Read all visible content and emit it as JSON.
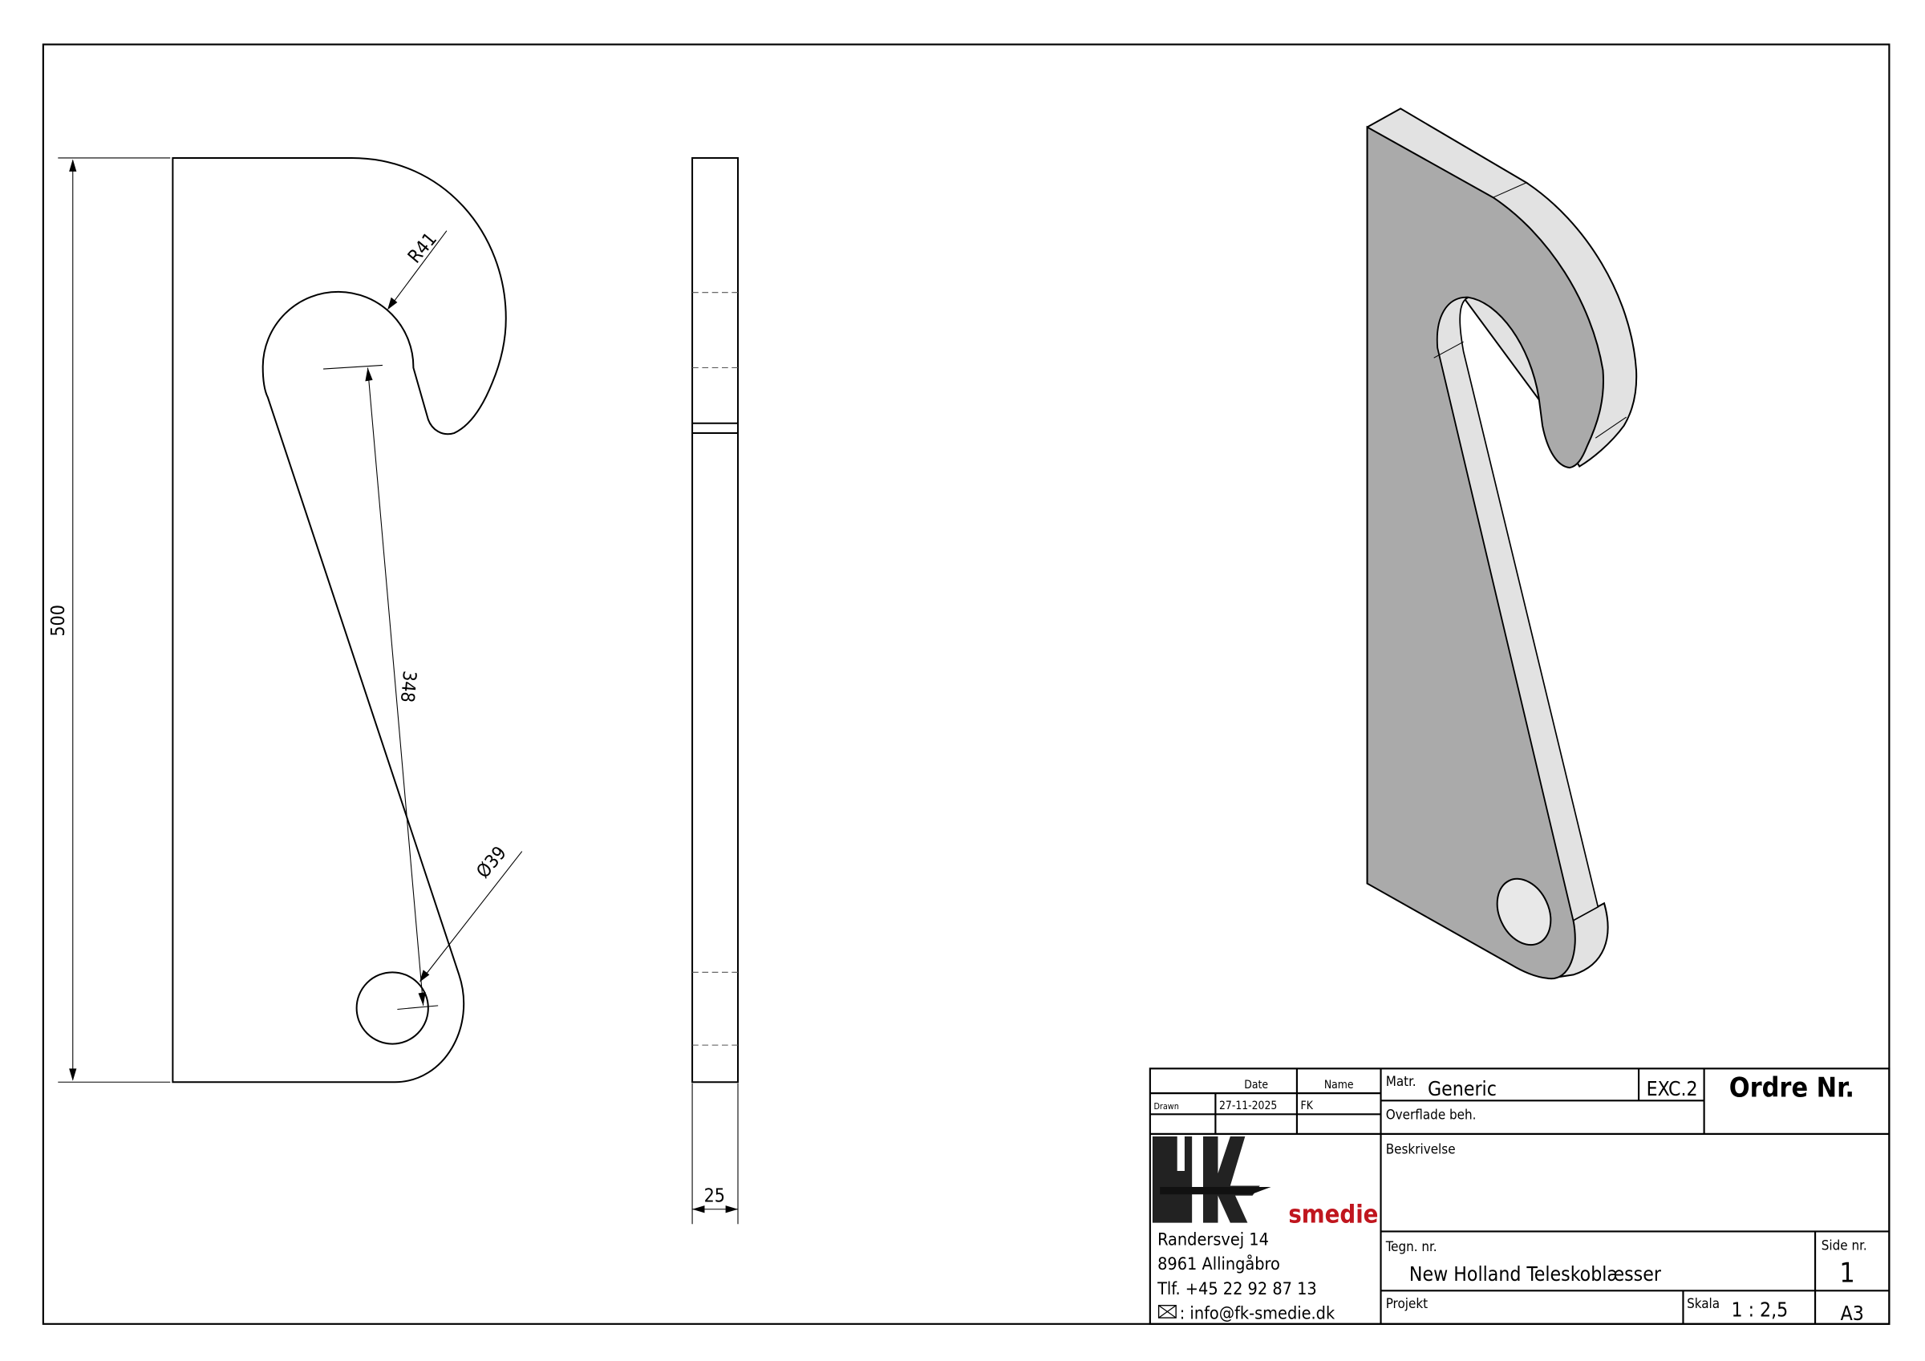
{
  "dimensions": {
    "height": "500",
    "center_distance": "348",
    "radius": "R41",
    "hole_diameter": "Ø39",
    "thickness": "25"
  },
  "title_block": {
    "date_header": "Date",
    "name_header": "Name",
    "drawn_label": "Drawn",
    "drawn_date": "27-11-2025",
    "drawn_name": "FK",
    "material_label": "Matr.",
    "material_value": "Generic",
    "execution_class": "EXC.2",
    "order_label": "Ordre Nr.",
    "surface_label": "Overflade beh.",
    "description_label": "Beskrivelse",
    "drawing_no_label": "Tegn. nr.",
    "drawing_title": "New Holland Teleskoblæsser",
    "page_label": "Side nr.",
    "page_value": "1",
    "project_label": "Projekt",
    "scale_label": "Skala",
    "scale_value": "1 : 2,5",
    "paper_size": "A3"
  },
  "company": {
    "logo_text": "fk smedie",
    "logo_word": "smedie",
    "address_line1": "Randersvej 14",
    "address_line2": "8961 Allingåbro",
    "phone": "Tlf. +45 22 92 87 13",
    "email": ": info@fk-smedie.dk"
  },
  "colors": {
    "logo_red": "#c0161e",
    "iso_face": "#aaaaaa",
    "iso_edge": "#e2e2e2"
  }
}
